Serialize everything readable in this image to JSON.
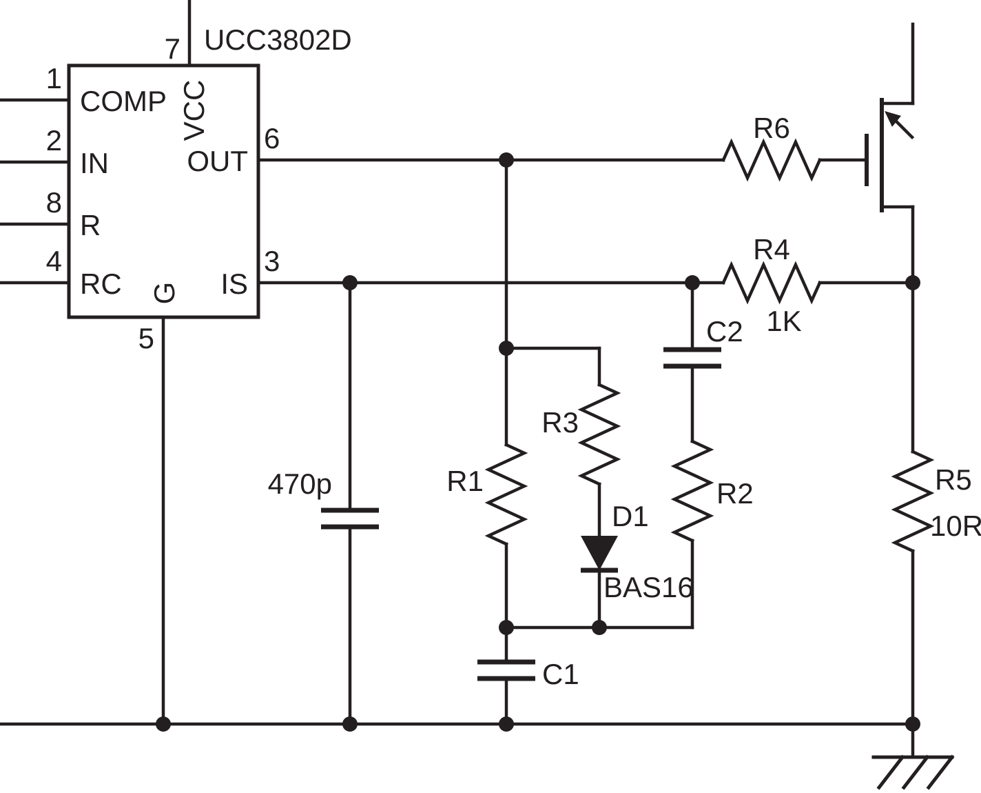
{
  "ic": {
    "part": "UCC3802D",
    "pins": {
      "comp": {
        "num": "1",
        "label": "COMP"
      },
      "in": {
        "num": "2",
        "label": "IN"
      },
      "r": {
        "num": "8",
        "label": "R"
      },
      "rc": {
        "num": "4",
        "label": "RC"
      },
      "vcc": {
        "num": "7",
        "label": "VCC"
      },
      "out": {
        "num": "6",
        "label": "OUT"
      },
      "is": {
        "num": "3",
        "label": "IS"
      },
      "g": {
        "num": "5",
        "label": "G"
      }
    }
  },
  "components": {
    "r1": {
      "ref": "R1"
    },
    "r2": {
      "ref": "R2"
    },
    "r3": {
      "ref": "R3"
    },
    "r4": {
      "ref": "R4",
      "value": "1K"
    },
    "r5": {
      "ref": "R5",
      "value": "10R"
    },
    "r6": {
      "ref": "R6"
    },
    "c1": {
      "ref": "C1"
    },
    "c2": {
      "ref": "C2"
    },
    "c470": {
      "value": "470p"
    },
    "d1": {
      "ref": "D1",
      "part": "BAS16"
    }
  },
  "colors": {
    "line": "#231f20",
    "background": "#ffffff"
  }
}
